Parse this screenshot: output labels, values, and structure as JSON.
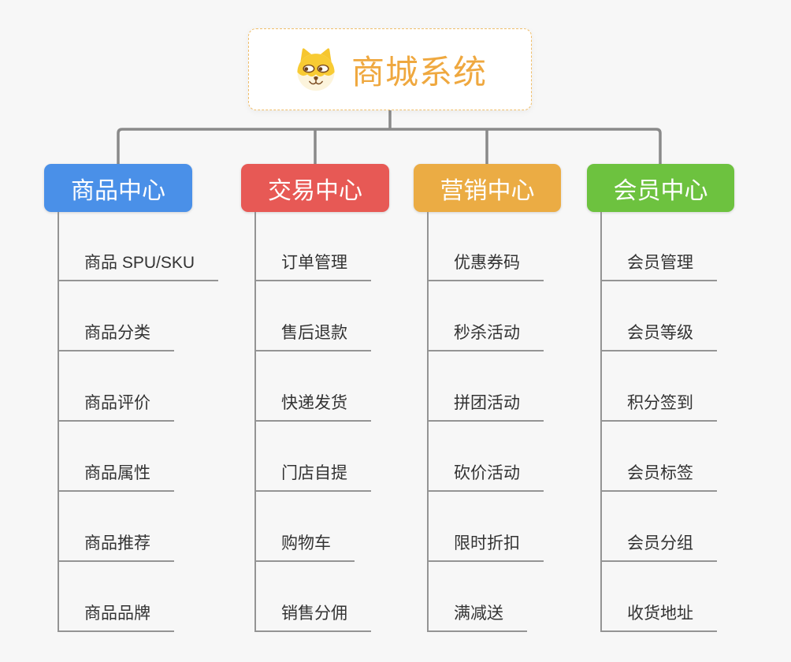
{
  "root": {
    "title": "商城系统",
    "icon": "dog-face-icon"
  },
  "branches": [
    {
      "label": "商品中心",
      "color": "#4a90e8",
      "items": [
        "商品 SPU/SKU",
        "商品分类",
        "商品评价",
        "商品属性",
        "商品推荐",
        "商品品牌"
      ]
    },
    {
      "label": "交易中心",
      "color": "#e75955",
      "items": [
        "订单管理",
        "售后退款",
        "快递发货",
        "门店自提",
        "购物车",
        "销售分佣"
      ]
    },
    {
      "label": "营销中心",
      "color": "#ebac44",
      "items": [
        "优惠券码",
        "秒杀活动",
        "拼团活动",
        "砍价活动",
        "限时折扣",
        "满减送"
      ]
    },
    {
      "label": "会员中心",
      "color": "#6dc23f",
      "items": [
        "会员管理",
        "会员等级",
        "积分签到",
        "会员标签",
        "会员分组",
        "收货地址"
      ]
    }
  ],
  "style": {
    "background": "#f7f7f7",
    "root_text_color": "#efa83f",
    "root_border_color": "#f0be6b",
    "connector_color": "#8a8a8a",
    "leaf_line_color": "#949494",
    "leaf_text_color": "#333333"
  }
}
